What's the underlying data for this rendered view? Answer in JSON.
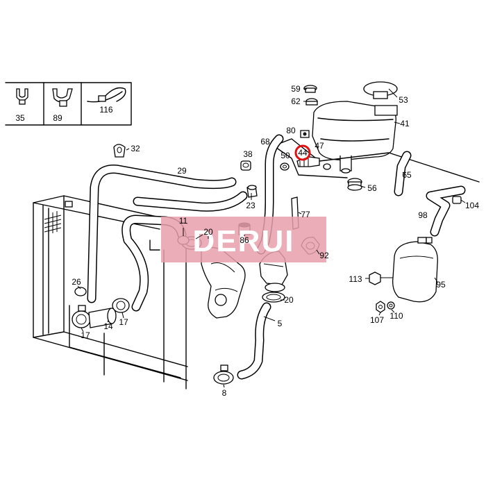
{
  "watermark": {
    "text": "DERUI",
    "color": "#e8a0ad"
  },
  "highlight": {
    "color": "#e01010",
    "label": "44"
  },
  "labels": {
    "l35": "35",
    "l89": "89",
    "l116": "116",
    "l59": "59",
    "l62": "62",
    "l53": "53",
    "l41": "41",
    "l80": "80",
    "l47": "47",
    "l44": "44",
    "l50": "50",
    "l68": "68",
    "l38": "38",
    "l32": "32",
    "l29": "29",
    "l23": "23",
    "l65": "65",
    "l56": "56",
    "l77": "77",
    "l104": "104",
    "l98": "98",
    "l11": "11",
    "l86": "86",
    "l92": "92",
    "l20a": "20",
    "l20b": "20",
    "l26": "26",
    "l113": "113",
    "l95": "95",
    "l5": "5",
    "l17a": "17",
    "l14": "14",
    "l17b": "17",
    "l107": "107",
    "l110": "110",
    "l8": "8"
  }
}
